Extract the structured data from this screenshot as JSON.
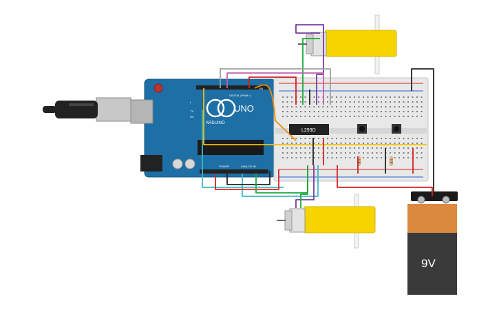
{
  "arduino": {
    "brand_text": "ARDUINO",
    "model_text": "UNO",
    "digital_label": "DIGITAL (PWM~)",
    "power_label": "POWER",
    "analog_label": "ANALOG IN",
    "pin_l": "L",
    "pin_tx": "TX",
    "pin_rx": "RX",
    "on_label": "ON"
  },
  "chip": {
    "label": "L293D"
  },
  "battery": {
    "label": "9V"
  },
  "colors": {
    "board": "#1d6fa5",
    "breadboard": "#e8e8e8",
    "motor_body": "#f5d400",
    "battery_top": "#d98a3e",
    "battery_body": "#3a3a3a",
    "wire_red": "#d62020",
    "wire_black": "#222222",
    "wire_green": "#1aa83a",
    "wire_purple": "#7a3aa0",
    "wire_orange": "#f08a00",
    "wire_yellow": "#f1c200",
    "wire_cyan": "#3fb8c8",
    "wire_gray": "#a0a0a0",
    "wire_pink": "#c060b0"
  }
}
